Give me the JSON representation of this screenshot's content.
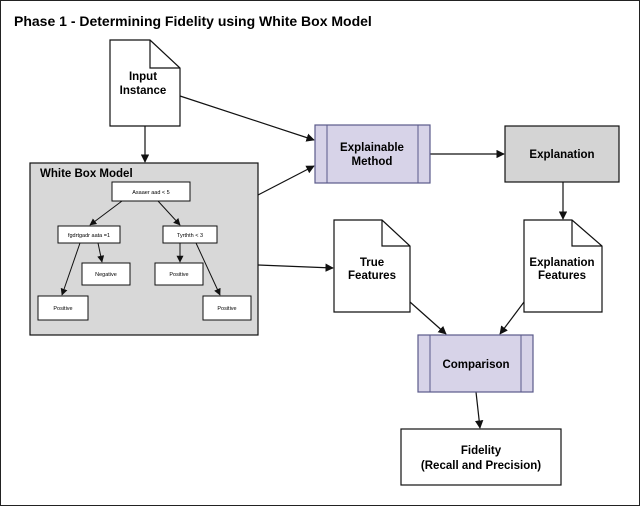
{
  "title": "Phase 1 - Determining Fidelity using White Box Model",
  "nodes": {
    "input_instance": [
      "Input",
      "Instance"
    ],
    "white_box_model": "White Box Model",
    "explainable_method": [
      "Explainable",
      "Method"
    ],
    "explanation": "Explanation",
    "true_features": [
      "True",
      "Features"
    ],
    "explanation_features": [
      "Explanation",
      "Features"
    ],
    "comparison": "Comparison",
    "fidelity": [
      "Fidelity",
      "(Recall and Precision)"
    ]
  },
  "tree": {
    "root": "Asaaer aad < 5",
    "left": "fgdrtgadr aata =1",
    "right": "Tyrthth < 3",
    "left_left": "Positive",
    "left_right": "Negative",
    "right_left": "Positive",
    "right_right": "Positive"
  },
  "colors": {
    "process_fill": "#d7d3e8",
    "process_border": "#5a5a8a",
    "gray_fill": "#d4d4d4",
    "white_box_fill": "#d8d8d8",
    "line": "#111111"
  }
}
